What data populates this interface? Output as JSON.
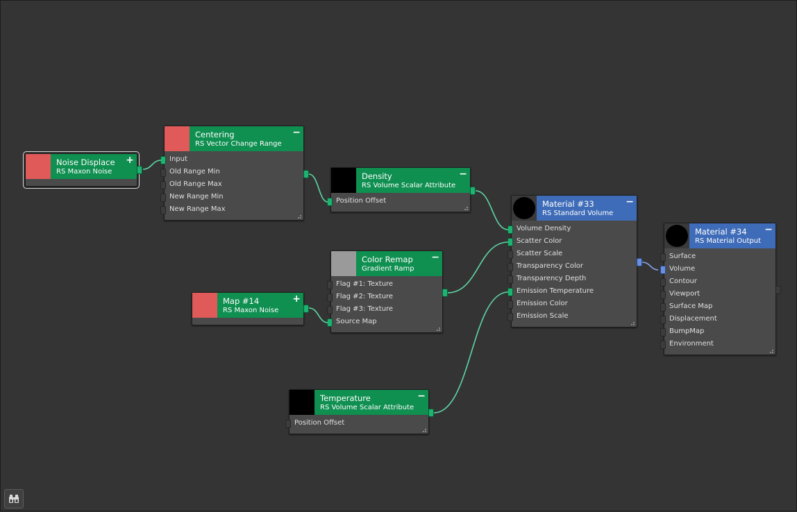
{
  "colors": {
    "background": "#343434",
    "header_green": "#0f8f50",
    "header_blue": "#3f6cb8",
    "swatch_red": "#e05a5a",
    "swatch_gray": "#9a9a9a",
    "swatch_black": "#000000",
    "wire": "#5fd6a6",
    "wire_blue": "#8aa8ef"
  },
  "nodes": {
    "noise_displace": {
      "title": "Noise Displace",
      "subtitle": "RS Maxon Noise",
      "toggle": "+",
      "swatch": "#e05a5a"
    },
    "centering": {
      "title": "Centering",
      "subtitle": "RS Vector Change Range",
      "toggle": "−",
      "swatch": "#e05a5a",
      "ports": [
        "Input",
        "Old Range Min",
        "Old Range Max",
        "New Range Min",
        "New Range Max"
      ]
    },
    "density": {
      "title": "Density",
      "subtitle": "RS Volume Scalar Attribute",
      "toggle": "−",
      "swatch": "#000000",
      "ports": [
        "Position Offset"
      ]
    },
    "color_remap": {
      "title": "Color Remap",
      "subtitle": "Gradient Ramp",
      "toggle": "−",
      "swatch": "#9a9a9a",
      "ports": [
        "Flag #1: Texture",
        "Flag #2: Texture",
        "Flag #3: Texture",
        "Source Map"
      ]
    },
    "map14": {
      "title": "Map #14",
      "subtitle": "RS Maxon Noise",
      "toggle": "+",
      "swatch": "#e05a5a"
    },
    "temperature": {
      "title": "Temperature",
      "subtitle": "RS Volume Scalar Attribute",
      "toggle": "−",
      "swatch": "#000000",
      "ports": [
        "Position Offset"
      ]
    },
    "material33": {
      "title": "Material #33",
      "subtitle": "RS Standard Volume",
      "toggle": "−",
      "ports": [
        "Volume Density",
        "Scatter Color",
        "Scatter Scale",
        "Transparency Color",
        "Transparency Depth",
        "Emission Temperature",
        "Emission Color",
        "Emission Scale"
      ]
    },
    "material34": {
      "title": "Material #34",
      "subtitle": "RS Material Output",
      "toggle": "−",
      "ports": [
        "Surface",
        "Volume",
        "Contour",
        "Viewport",
        "Surface Map",
        "Displacement",
        "BumpMap",
        "Environment"
      ]
    }
  },
  "corner_button": {
    "icon": "binoculars-icon"
  }
}
